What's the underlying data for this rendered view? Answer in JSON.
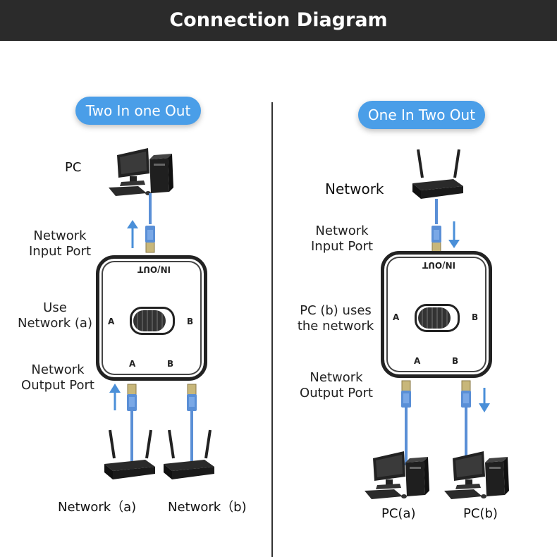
{
  "header": {
    "title": "Connection Diagram"
  },
  "left": {
    "pill": "Two In one Out",
    "pc_label": "PC",
    "input_port_label_1": "Network",
    "input_port_label_2": "Input Port",
    "use_label_1": "Use",
    "use_label_2": "Network (a)",
    "output_port_label_1": "Network",
    "output_port_label_2": "Output Port",
    "network_a": "Network（a)",
    "network_b": "Network（b)",
    "box": {
      "inout": "IN/OUT",
      "left_port": "A",
      "right_port": "B",
      "bottom_a": "A",
      "bottom_b": "B"
    }
  },
  "right": {
    "pill": "One In Two Out",
    "network_label": "Network",
    "input_port_label_1": "Network",
    "input_port_label_2": "Input Port",
    "uses_label_1": "PC (b) uses",
    "uses_label_2": "the network",
    "output_port_label_1": "Network",
    "output_port_label_2": "Output Port",
    "pc_a": "PC(a)",
    "pc_b": "PC(b)",
    "box": {
      "inout": "IN/OUT",
      "left_port": "A",
      "right_port": "B",
      "bottom_a": "A",
      "bottom_b": "B"
    }
  },
  "colors": {
    "header_bg": "#2b2b2b",
    "pill_bg": "#4a9ee8",
    "cable": "#5a8fd6",
    "arrow": "#4a8fd8"
  },
  "icons": [
    "desktop-pc-icon",
    "router-icon",
    "ethernet-cable-icon",
    "arrow-up-icon",
    "arrow-down-icon",
    "switch-box-icon"
  ]
}
